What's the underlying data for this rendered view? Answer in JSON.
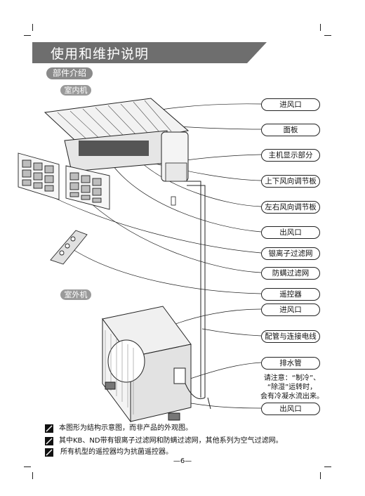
{
  "page": {
    "title": "使用和维护说明",
    "section": "部件介绍",
    "indoor_label": "室内机",
    "outdoor_label": "室外机",
    "page_number": "—6—"
  },
  "callouts": [
    {
      "label": "进风口"
    },
    {
      "label": "面板"
    },
    {
      "label": "主机显示部分"
    },
    {
      "label": "上下风向调节板"
    },
    {
      "label": "左右风向调节板"
    },
    {
      "label": "出风口"
    },
    {
      "label": "银离子过滤网"
    },
    {
      "label": "防螨过滤网"
    },
    {
      "label": "遥控器"
    },
    {
      "label": "进风口"
    },
    {
      "label": "配管与连接电线"
    },
    {
      "label": "排水管"
    },
    {
      "label": "出风口"
    }
  ],
  "note": {
    "line1": "请注意：“制冷”、",
    "line2": "“除湿”运转时，",
    "line3": "会有冷凝水流出来。"
  },
  "footnotes": [
    {
      "text": "本图形为结构示意图，而非产品的外观图。"
    },
    {
      "text": "其中KB、ND带有银离子过滤网和防螨过滤网，其他系列为空气过滤网。"
    },
    {
      "text": "所有机型的遥控器均为抗菌遥控器。"
    }
  ]
}
